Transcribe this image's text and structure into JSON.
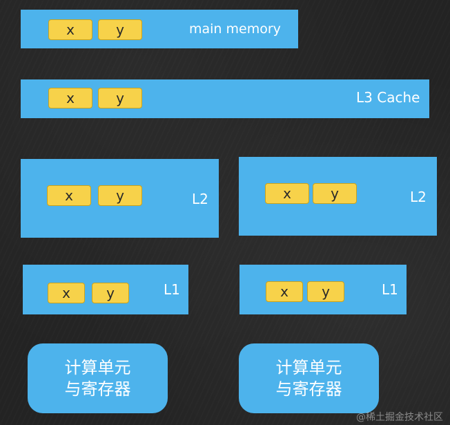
{
  "diagram": {
    "colors": {
      "block": "#4db3ec",
      "cell": "#f7d24a",
      "background": "#232323"
    },
    "main_memory": {
      "label": "main memory",
      "cells": [
        "x",
        "y"
      ]
    },
    "l3_cache": {
      "label": "L3 Cache",
      "cells": [
        "x",
        "y"
      ]
    },
    "l2_left": {
      "label": "L2",
      "cells": [
        "x",
        "y"
      ]
    },
    "l2_right": {
      "label": "L2",
      "cells": [
        "x",
        "y"
      ]
    },
    "l1_left": {
      "label": "L1",
      "cells": [
        "x",
        "y"
      ]
    },
    "l1_right": {
      "label": "L1",
      "cells": [
        "x",
        "y"
      ]
    },
    "unit_left": {
      "line1": "计算单元",
      "line2": "与寄存器"
    },
    "unit_right": {
      "line1": "计算单元",
      "line2": "与寄存器"
    }
  },
  "watermark": "@稀土掘金技术社区"
}
